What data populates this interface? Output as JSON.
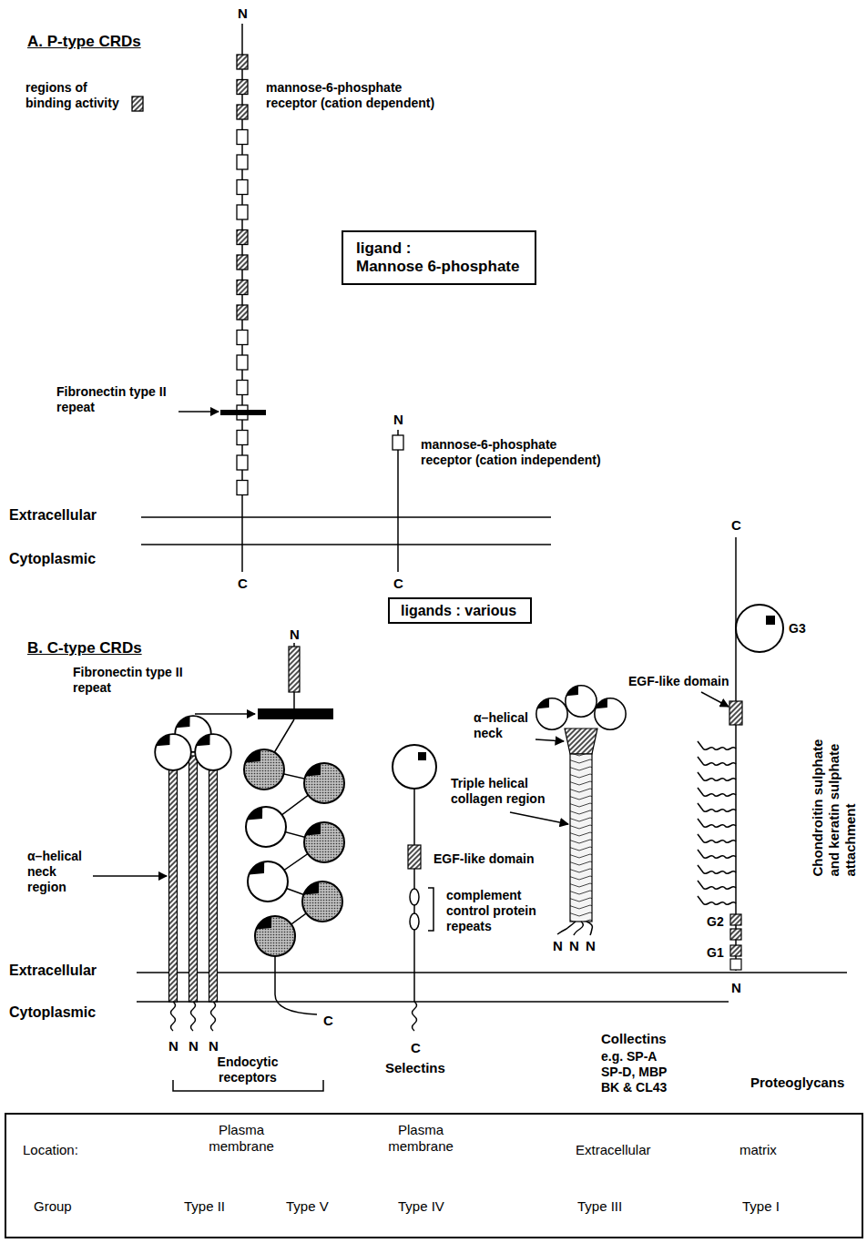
{
  "diagram": {
    "nodes": [
      {
        "text": [
          "ligand :",
          "Mannose 6-phosphate"
        ]
      },
      {
        "text": [
          "ligands : various"
        ]
      },
      {
        "text": [
          "Location:",
          "Plasma membrane",
          "Plasma membrane",
          "Extracellular",
          "matrix",
          "Group",
          "Type II",
          "Type V",
          "Type IV",
          "Type III",
          "Type I"
        ]
      }
    ],
    "labels": [
      "A. P-type CRDs",
      "N",
      "mannose-6-phosphate receptor (cation dependent)",
      "Fibronectin type II repeat",
      "N",
      "mannose-6-phosphate receptor (cation independent)",
      "Extracellular",
      "Cytoplasmic",
      "C",
      "C",
      "B. C-type CRDs",
      "Fibronectin type II repeat",
      "N",
      "α–helical neck region",
      "Extracellular",
      "Cytoplasmic",
      "N",
      "N",
      "N",
      "C",
      "Endocytic receptors",
      "EGF-like domain",
      "complement control protein repeats",
      "C",
      "Selectins",
      "α–helical neck",
      "Triple helical collagen region",
      "N",
      "N",
      "N",
      "Collectins",
      "e.g. SP-A SP-D, MBP BK & CL43",
      "EGF-like domain",
      "C",
      "G3",
      "G2",
      "G1",
      "N",
      "Chondroitin sulphate and keratin sulphate attachment",
      "Proteoglycans"
    ],
    "legend": [
      {
        "text": "regions of binding activity"
      }
    ]
  }
}
